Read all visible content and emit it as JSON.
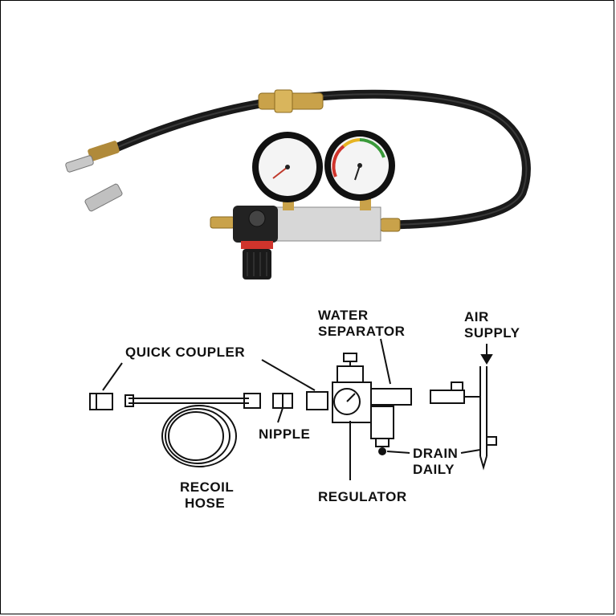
{
  "labels": {
    "quick_coupler": "QUICK COUPLER",
    "water_separator_1": "WATER",
    "water_separator_2": "SEPARATOR",
    "air_supply_1": "AIR",
    "air_supply_2": "SUPPLY",
    "nipple": "NIPPLE",
    "drain_daily_1": "DRAIN",
    "drain_daily_2": "DAILY",
    "recoil_hose_1": "RECOIL",
    "recoil_hose_2": "HOSE",
    "regulator": "REGULATOR"
  },
  "colors": {
    "hose": "#1a1a1a",
    "brass": "#c9a24a",
    "gauge_face": "#f4f4f4",
    "block": "#d7d7d7",
    "regulator_red": "#d0342c"
  }
}
